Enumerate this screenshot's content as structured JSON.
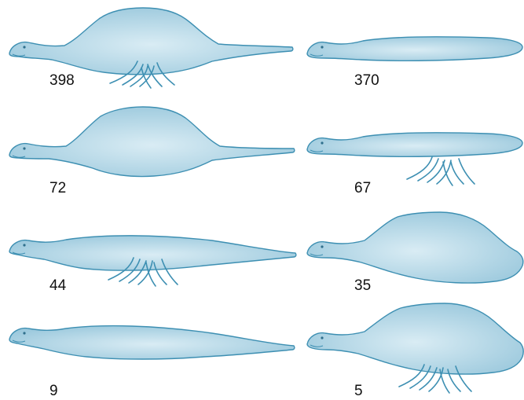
{
  "figure": {
    "colors": {
      "body_fill_edge": "#9cc9dd",
      "body_fill_center": "#d9ecf4",
      "outline": "#3d8fb2",
      "eye": "#2f6f8c"
    },
    "creatures": [
      {
        "id": "c1",
        "count": "398",
        "body": "humped",
        "legs": true,
        "tail": "thin"
      },
      {
        "id": "c2",
        "count": "370",
        "body": "slim",
        "legs": false,
        "tail": "rounded"
      },
      {
        "id": "c3",
        "count": "72",
        "body": "humped",
        "legs": false,
        "tail": "thin"
      },
      {
        "id": "c4",
        "count": "67",
        "body": "slim",
        "legs": true,
        "tail": "rounded"
      },
      {
        "id": "c5",
        "count": "44",
        "body": "slim",
        "legs": true,
        "tail": "thin"
      },
      {
        "id": "c6",
        "count": "35",
        "body": "humped",
        "legs": false,
        "tail": "rounded"
      },
      {
        "id": "c7",
        "count": "9",
        "body": "slim",
        "legs": false,
        "tail": "thin"
      },
      {
        "id": "c8",
        "count": "5",
        "body": "humped",
        "legs": true,
        "tail": "rounded"
      }
    ]
  }
}
